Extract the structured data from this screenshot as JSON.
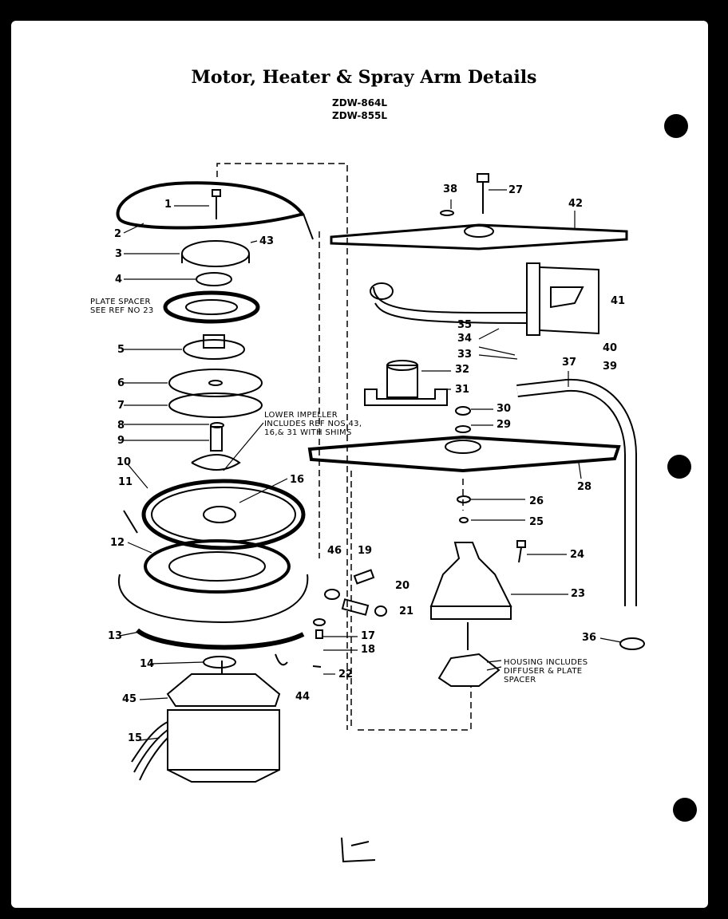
{
  "header": {
    "title": "Motor, Heater & Spray Arm Details",
    "models": [
      "ZDW-864L",
      "ZDW-855L"
    ]
  },
  "notes": {
    "plate_spacer": "PLATE SPACER\nSEE REF NO 23",
    "lower_impeller": "LOWER IMPELLER\nINCLUDES REF NOS 43,\n16,& 31 WITH SHIMS",
    "housing": "HOUSING INCLUDES\nDIFFUSER & PLATE\nSPACER"
  },
  "parts": [
    "1",
    "2",
    "3",
    "4",
    "5",
    "6",
    "7",
    "8",
    "9",
    "10",
    "11",
    "12",
    "13",
    "14",
    "15",
    "16",
    "17",
    "18",
    "19",
    "20",
    "21",
    "22",
    "23",
    "24",
    "25",
    "26",
    "27",
    "28",
    "29",
    "30",
    "31",
    "32",
    "33",
    "34",
    "35",
    "36",
    "37",
    "38",
    "39",
    "40",
    "41",
    "42",
    "43",
    "44",
    "45",
    "46"
  ]
}
